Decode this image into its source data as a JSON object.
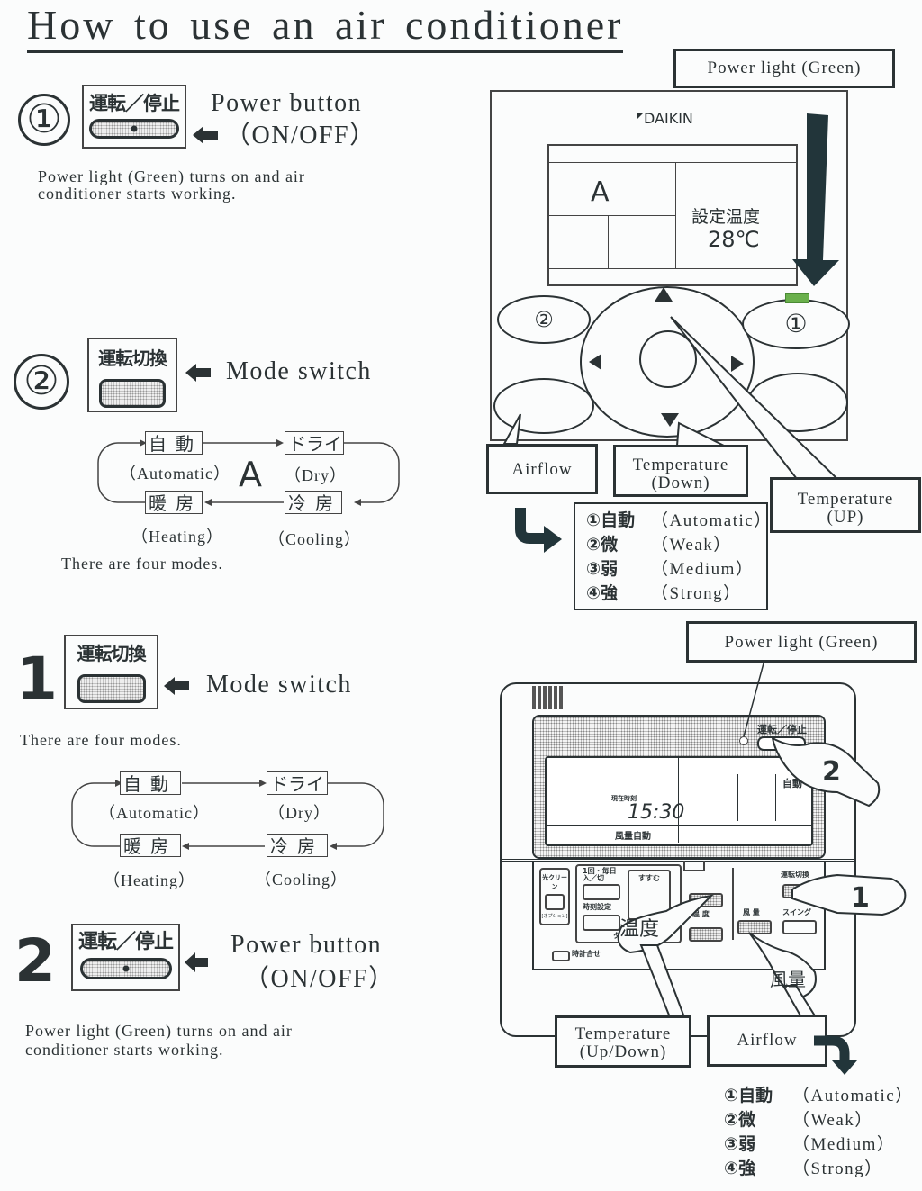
{
  "title": "How to use an air conditioner",
  "colors": {
    "ink": "#2b3234",
    "power_light_green": "#6ab04c",
    "background": "#fbfcfc"
  },
  "section_a": {
    "step1": {
      "marker": "①",
      "key_label": "運転／停止",
      "heading_line1": "Power button",
      "heading_line2": "（ON/OFF）",
      "description_line1": "Power light (Green) turns on and air",
      "description_line2": "conditioner starts working."
    },
    "step2": {
      "marker": "②",
      "key_label": "運転切換",
      "heading": "Mode switch",
      "center_letter": "A",
      "modes": [
        {
          "jp": "自動",
          "en": "（Automatic）"
        },
        {
          "jp": "ドライ",
          "en": "（Dry）"
        },
        {
          "jp": "冷房",
          "en": "（Cooling）"
        },
        {
          "jp": "暖房",
          "en": "（Heating）"
        }
      ],
      "note": "There are four modes."
    }
  },
  "remote_a": {
    "brand": "DAIKIN",
    "display_mode": "A",
    "set_temp_label": "設定温度",
    "set_temp_value": "28℃",
    "btn_left": "②",
    "btn_right": "①",
    "callouts": {
      "power_light": "Power light (Green)",
      "airflow": "Airflow",
      "temp_down_line1": "Temperature",
      "temp_down_line2": "(Down)",
      "temp_up_line1": "Temperature",
      "temp_up_line2": "(UP)"
    },
    "airflow_speeds": [
      {
        "jp": "①自動",
        "en": "（Automatic）"
      },
      {
        "jp": "②微",
        "en": "（Weak）"
      },
      {
        "jp": "③弱",
        "en": "（Medium）"
      },
      {
        "jp": "④強",
        "en": "（Strong）"
      }
    ]
  },
  "section_b": {
    "step1": {
      "marker": "1",
      "key_label": "運転切換",
      "heading": "Mode switch",
      "note": "There are four modes.",
      "modes": [
        {
          "jp": "自動",
          "en": "（Automatic）"
        },
        {
          "jp": "ドライ",
          "en": "（Dry）"
        },
        {
          "jp": "冷房",
          "en": "（Cooling）"
        },
        {
          "jp": "暖房",
          "en": "（Heating）"
        }
      ]
    },
    "step2": {
      "marker": "2",
      "key_label": "運転／停止",
      "heading_line1": "Power button",
      "heading_line2": "（ON/OFF）",
      "description_line1": "Power light (Green) turns on and air",
      "description_line2": "conditioner starts working."
    }
  },
  "remote_b": {
    "power_key_label": "運転／停止",
    "clock_label": "現在時刻",
    "clock_value": "15:30",
    "airflow_status": "風量自動",
    "mode_status": "自動",
    "hand_label_2": "2",
    "hand_label_1": "1",
    "hand_label_temp": "温度",
    "hand_label_airflow": "風量",
    "buttons": {
      "hikari_clean": "光クリーン",
      "option": "[オプション]",
      "one_day": "1回・毎日",
      "on_off": "入／切",
      "susumu": "すすむ",
      "time_set": "時刻設定",
      "timer": "タイマー",
      "temp": "温 度",
      "mode_switch": "運転切換",
      "airflow": "風 量",
      "swing": "スイング",
      "clock_adjust": "時計合せ"
    },
    "callouts": {
      "power_light": "Power light (Green)",
      "temp_line1": "Temperature",
      "temp_line2": "(Up/Down)",
      "airflow": "Airflow"
    },
    "airflow_speeds": [
      {
        "jp": "①自動",
        "en": "（Automatic）"
      },
      {
        "jp": "②微",
        "en": "（Weak）"
      },
      {
        "jp": "③弱",
        "en": "（Medium）"
      },
      {
        "jp": "④強",
        "en": "（Strong）"
      }
    ]
  }
}
